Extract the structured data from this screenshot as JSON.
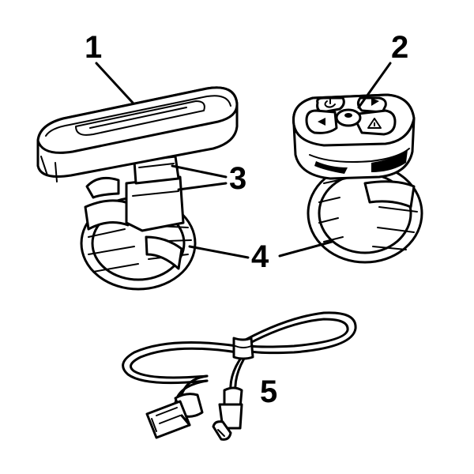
{
  "callouts": {
    "c1": "1",
    "c2": "2",
    "c3": "3",
    "c4": "4",
    "c5": "5"
  },
  "icons": {
    "power": "power-icon",
    "left_turn": "left-arrow-icon",
    "right_turn": "right-arrow-icon",
    "warning": "warning-triangle-icon"
  }
}
